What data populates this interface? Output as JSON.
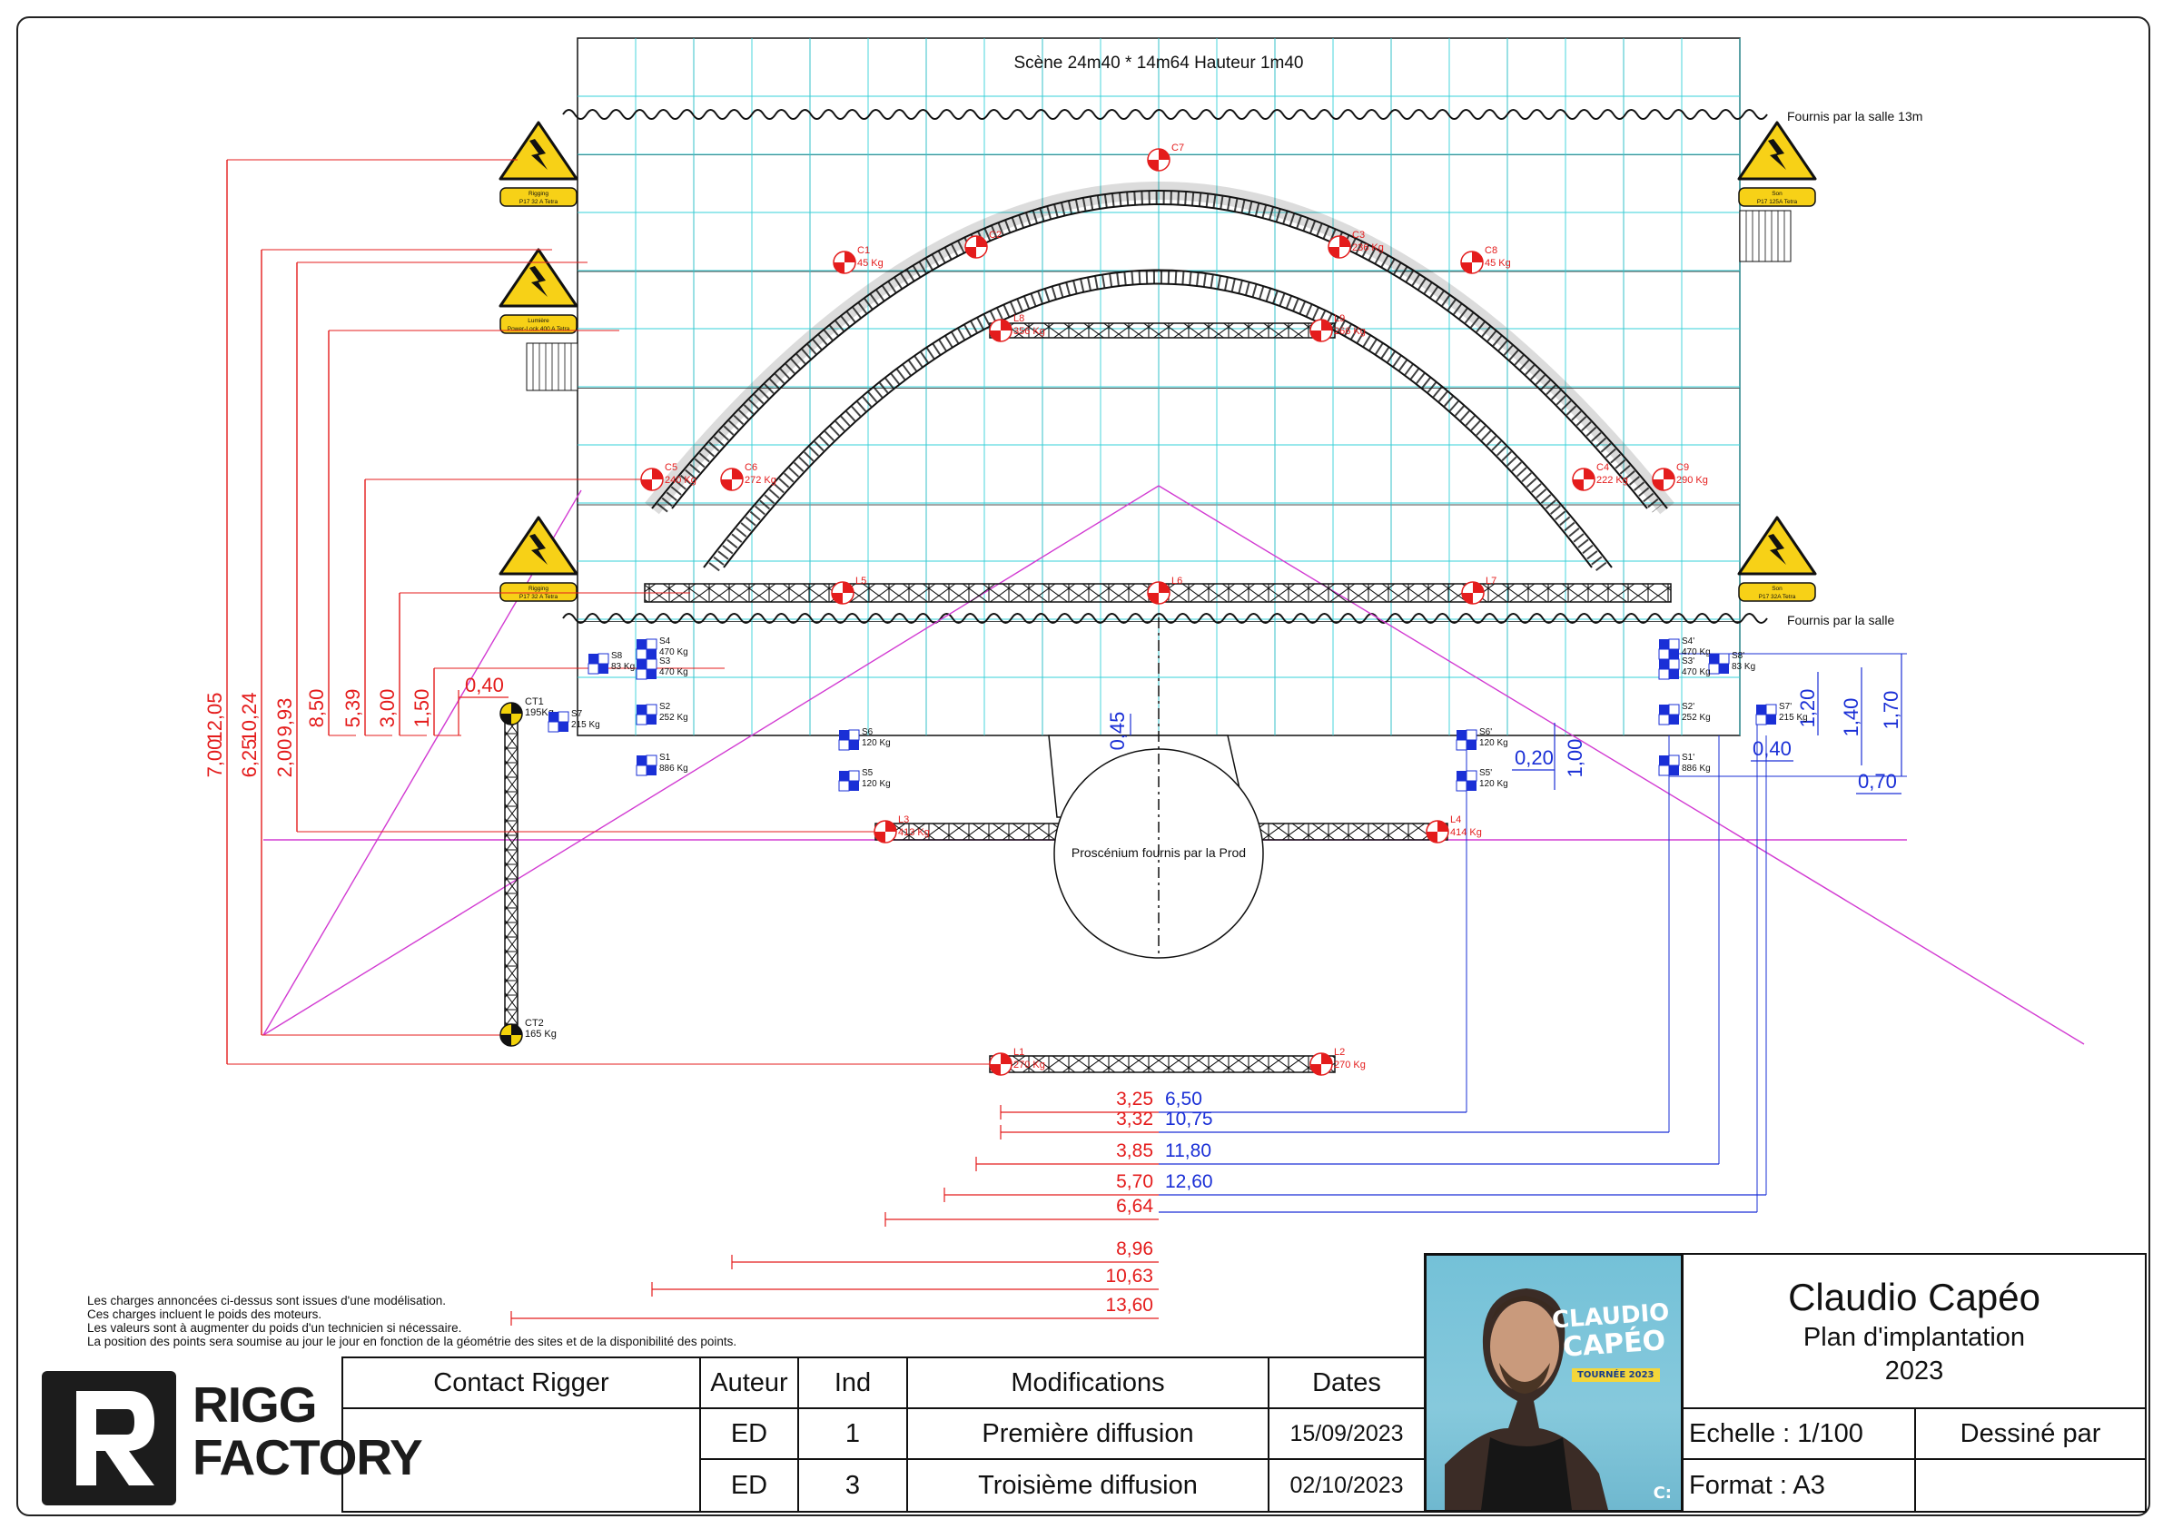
{
  "stage": {
    "title": "Scène 24m40 * 14m64  Hauteur 1m40",
    "top_label": "Fournis par la salle 13m",
    "bottom_label": "Fournis par la salle",
    "proscenium_label": "Proscénium fournis par la Prod"
  },
  "power_boxes": [
    {
      "id": "rigging-top-left",
      "line1": "Rigging",
      "line2": "P17 32 A Tetra"
    },
    {
      "id": "lumiere-left",
      "line1": "Lumière",
      "line2": "Power-Lock 400 A Tetra"
    },
    {
      "id": "rigging-bottom-left",
      "line1": "Rigging",
      "line2": "P17 32 A Tetra"
    },
    {
      "id": "son-top-right",
      "line1": "Son",
      "line2": "P17 125A Tetra"
    },
    {
      "id": "son-bottom-right",
      "line1": "Son",
      "line2": "P17 32A Tetra"
    }
  ],
  "motors": [
    {
      "id": "C7",
      "load": ""
    },
    {
      "id": "C1",
      "load": "45 Kg"
    },
    {
      "id": "C2",
      "load": ""
    },
    {
      "id": "C3",
      "load": "236 Kg"
    },
    {
      "id": "C8",
      "load": "45 Kg"
    },
    {
      "id": "L8",
      "load": "356 Kg"
    },
    {
      "id": "L9",
      "load": "266 Kg"
    },
    {
      "id": "C5",
      "load": "240 Kg"
    },
    {
      "id": "C6",
      "load": "272 Kg"
    },
    {
      "id": "C4",
      "load": "222 Kg"
    },
    {
      "id": "C9",
      "load": "290 Kg"
    },
    {
      "id": "L5",
      "load": ""
    },
    {
      "id": "L6",
      "load": ""
    },
    {
      "id": "L7",
      "load": ""
    },
    {
      "id": "L3",
      "load": "413 Kg"
    },
    {
      "id": "L4",
      "load": "414 Kg"
    },
    {
      "id": "L1",
      "load": "270 Kg"
    },
    {
      "id": "L2",
      "load": "270 Kg"
    },
    {
      "id": "CT1",
      "load": "195Kg"
    },
    {
      "id": "CT2",
      "load": "165 Kg"
    }
  ],
  "sling_points": [
    {
      "id": "S8",
      "load": "83 Kg"
    },
    {
      "id": "S4",
      "load": "470 Kg"
    },
    {
      "id": "S3",
      "load": "470 Kg"
    },
    {
      "id": "S2",
      "load": "252 Kg"
    },
    {
      "id": "S7",
      "load": "215 Kg"
    },
    {
      "id": "S1",
      "load": "886 Kg"
    },
    {
      "id": "S6",
      "load": "120 Kg"
    },
    {
      "id": "S5",
      "load": "120 Kg"
    },
    {
      "id": "S6'",
      "load": "120 Kg"
    },
    {
      "id": "S5'",
      "load": "120 Kg"
    },
    {
      "id": "S4'",
      "load": "470 Kg"
    },
    {
      "id": "S8'",
      "load": "83 Kg"
    },
    {
      "id": "S3'",
      "load": "470 Kg"
    },
    {
      "id": "S2'",
      "load": "252 Kg"
    },
    {
      "id": "S7'",
      "load": "215 Kg"
    },
    {
      "id": "S1'",
      "load": "886 Kg"
    }
  ],
  "dimensions_vertical_red": [
    "7,00",
    "12,05",
    "6,25",
    "10,24",
    "2,00",
    "9,93",
    "8,50",
    "5,39",
    "3,00",
    "1,50"
  ],
  "dimension_ct_offset": "0,40",
  "dimension_proscenium": "0,45",
  "dimensions_horizontal_red": [
    "3,25",
    "3,32",
    "3,85",
    "5,70",
    "6,64",
    "8,96",
    "10,63",
    "13,60"
  ],
  "dimensions_horizontal_blue": [
    "6,50",
    "10,75",
    "11,80",
    "12,60"
  ],
  "dimensions_blue_right": [
    "0,20",
    "1,00",
    "1,20",
    "1,40",
    "1,70",
    "0,40",
    "0,70"
  ],
  "notes": [
    "Les charges annoncées ci-dessus sont issues d'une modélisation.",
    "Ces charges incluent le poids des moteurs.",
    "Les valeurs sont à augmenter du poids d'un technicien si nécessaire.",
    "La position des points sera soumise au jour le jour en fonction de la géométrie des sites et de la disponibilité des points."
  ],
  "logo": {
    "line1": "RIGG",
    "line2": "FACTORY"
  },
  "title_block": {
    "contact_header": "Contact Rigger",
    "contact_value": "",
    "headers": {
      "author": "Auteur",
      "ind": "Ind",
      "modifications": "Modifications",
      "dates": "Dates"
    },
    "rows": [
      {
        "author": "ED",
        "ind": "1",
        "modification": "Première diffusion",
        "date": "15/09/2023"
      },
      {
        "author": "ED",
        "ind": "3",
        "modification": "Troisième diffusion",
        "date": "02/10/2023"
      }
    ],
    "artist": "Claudio Capéo",
    "doc_title": "Plan d'implantation",
    "year": "2023",
    "scale": "Echelle : 1/100",
    "drawn_by": "Dessiné par",
    "format": "Format :  A3"
  },
  "poster": {
    "line1": "CLAUDIO",
    "line2": "CAPÉO",
    "badge": "TOURNÉE 2023",
    "corner": "C:"
  },
  "colors": {
    "red": "#e41c1c",
    "blue": "#1a2fd6",
    "cyan_grid": "#35d0d8",
    "magenta": "#d23bd2",
    "warning_yellow": "#f7d117"
  }
}
